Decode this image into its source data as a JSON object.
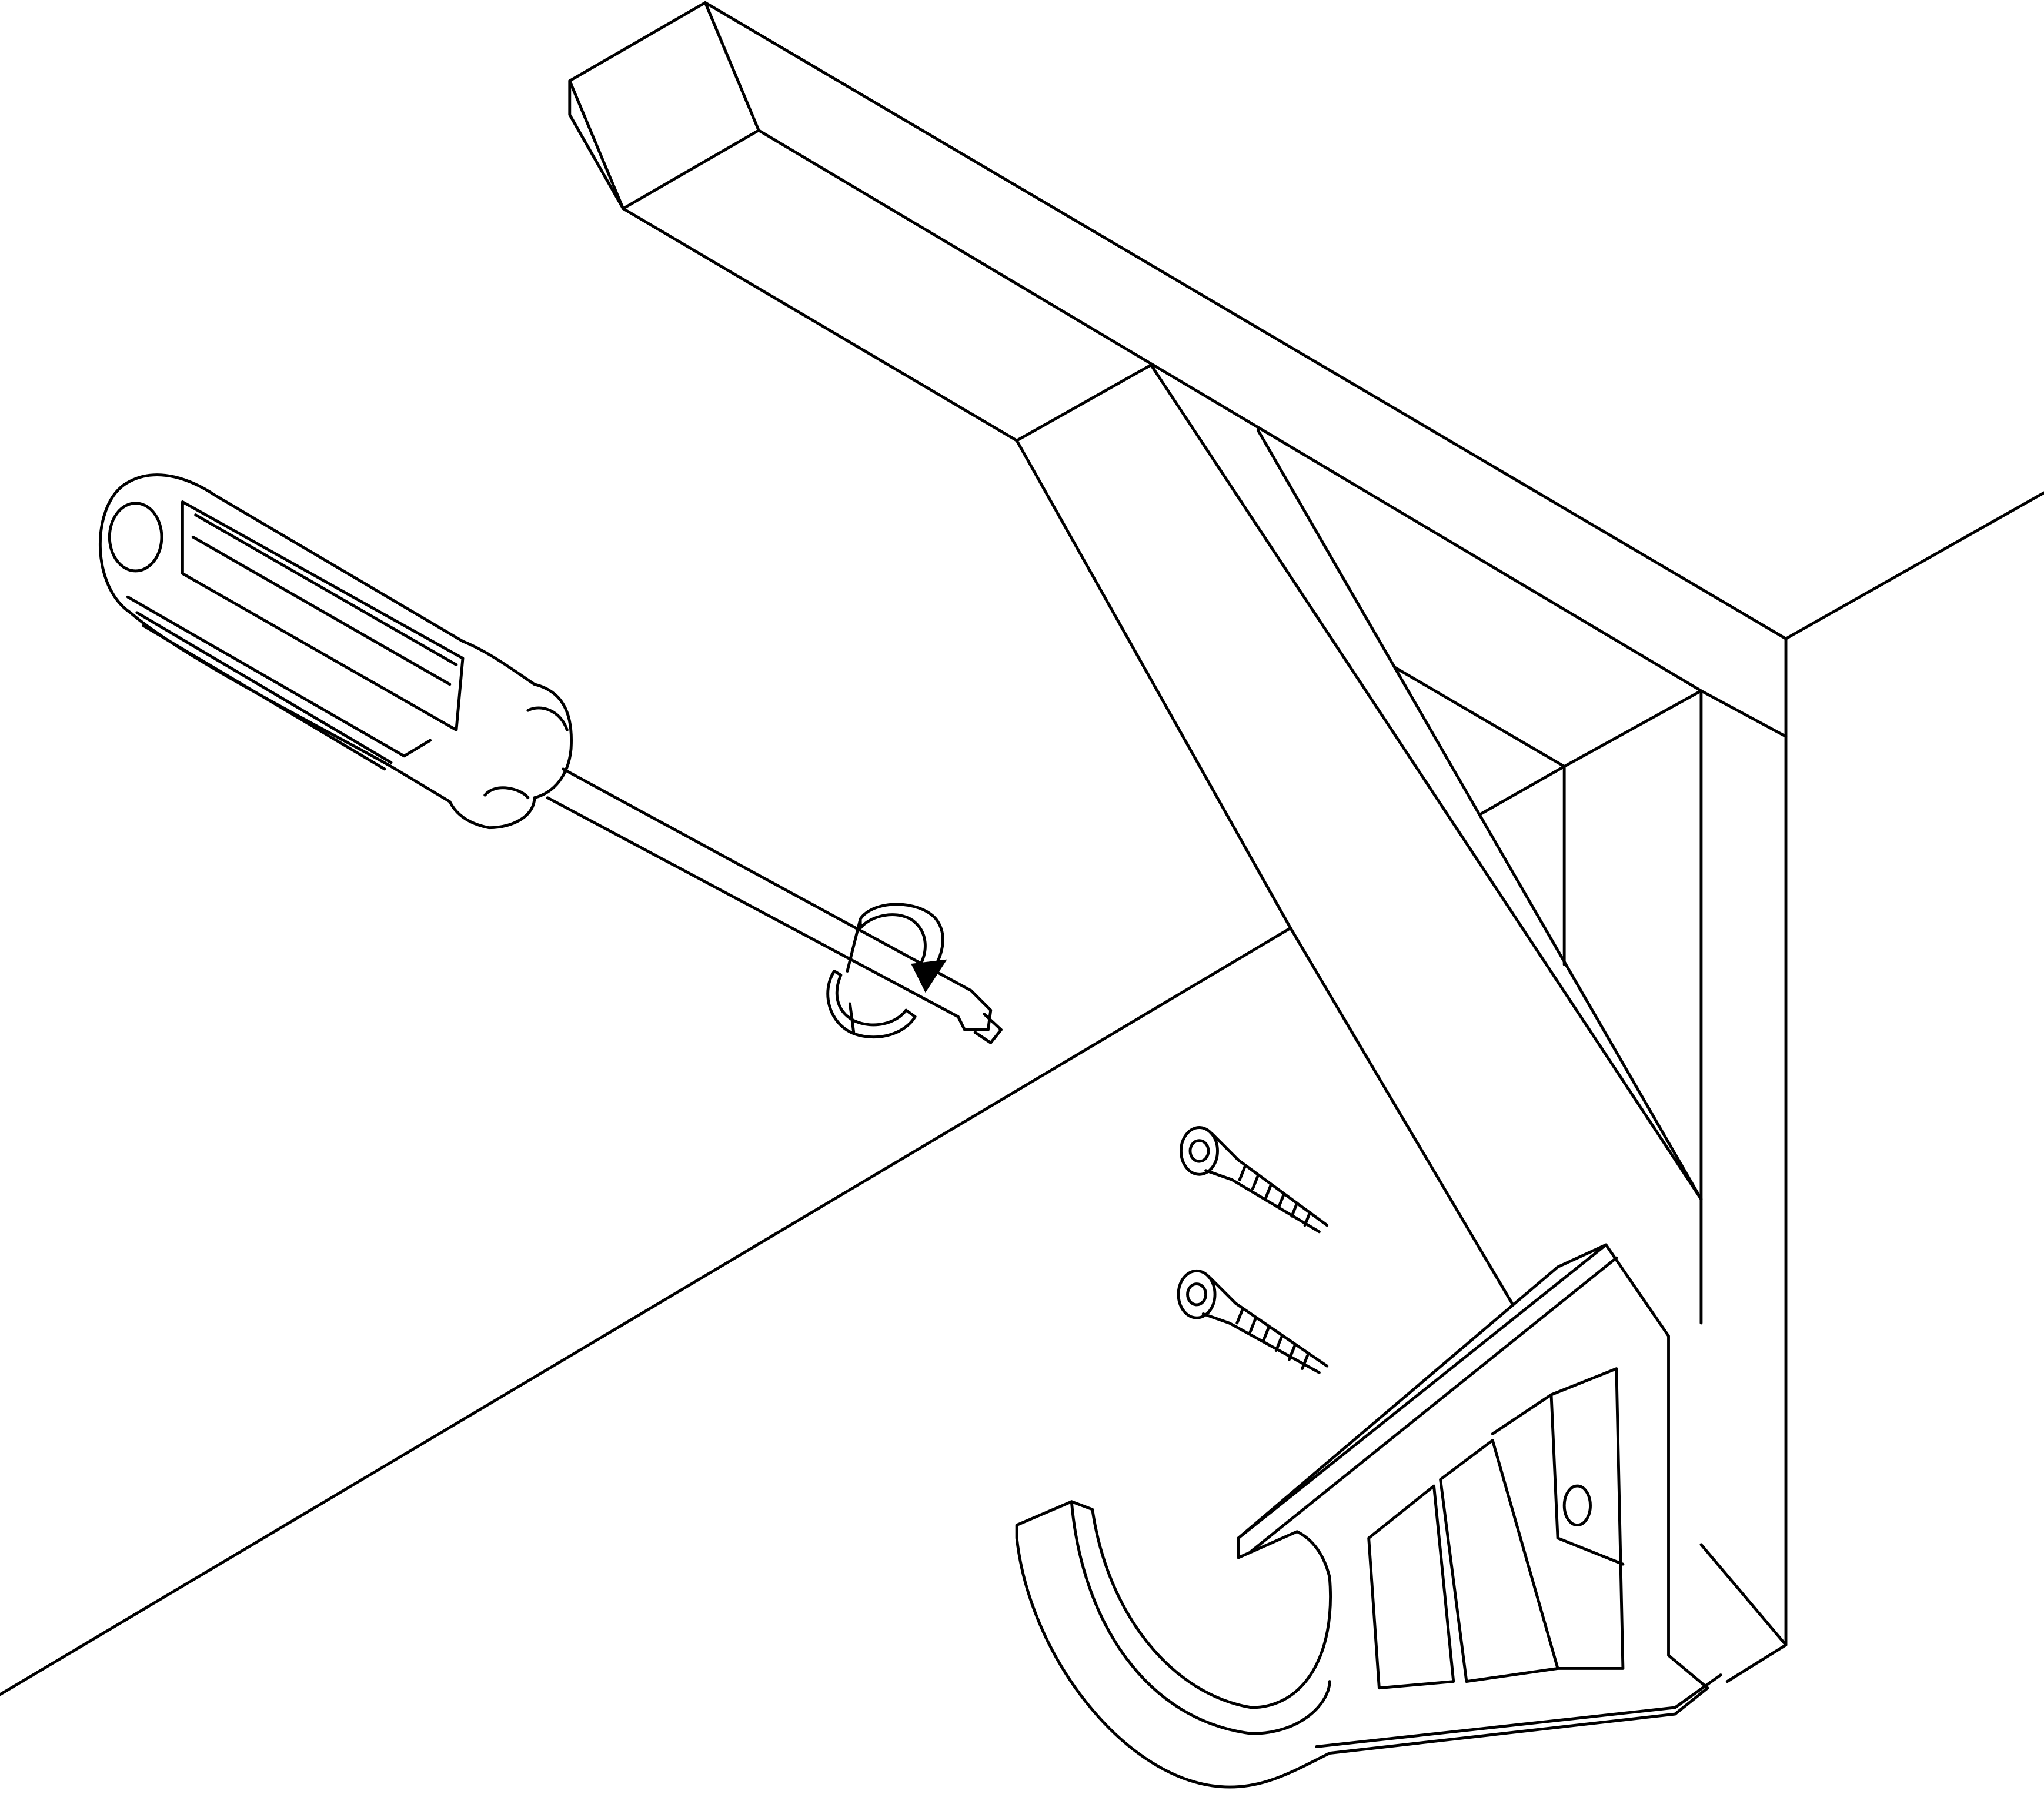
{
  "figure": {
    "kind": "assembly-instruction-line-art",
    "colors": {
      "line": "#000000",
      "background": "#ffffff"
    },
    "parts": [
      "wall-bracket-beam",
      "screwdriver",
      "rotation-arrow",
      "screw",
      "screw",
      "hook"
    ]
  }
}
